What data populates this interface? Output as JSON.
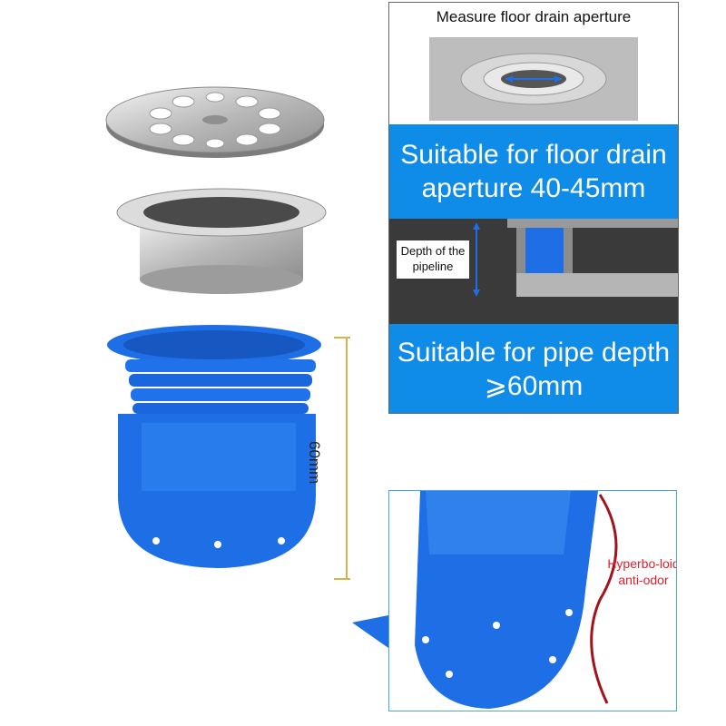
{
  "measure_title": "Measure floor drain aperture",
  "aperture_text": "Suitable for floor drain aperture 40-45mm",
  "depth_label": "Depth of the pipeline",
  "pipe_text": "Suitable for pipe depth ⩾60mm",
  "dimension_label": "60mm",
  "anti_odor_label": "Hyperbo-loid anti-odor",
  "colors": {
    "accent_blue": "#0f8be8",
    "product_blue": "#1e6ee6",
    "label_red": "#e0202a",
    "steel": "#c8c8c8"
  }
}
